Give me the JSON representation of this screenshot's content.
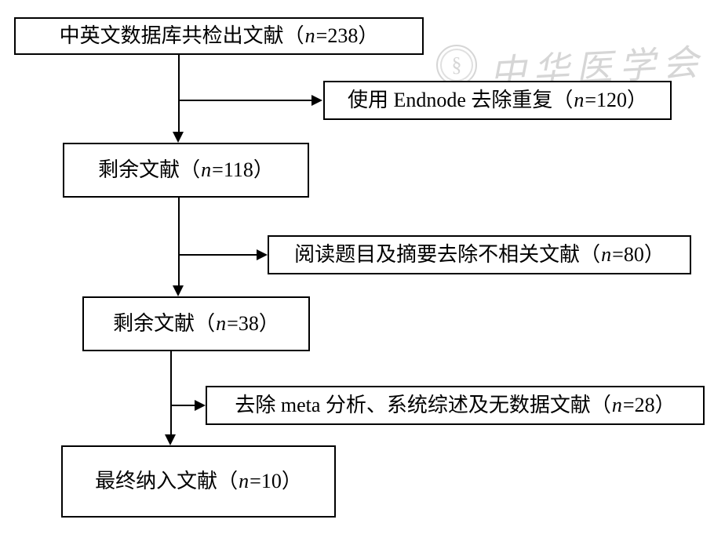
{
  "figure": {
    "type": "flowchart",
    "background": "#ffffff",
    "line_color": "#000000",
    "watermark_color": "#c9c9c9"
  },
  "watermark": {
    "text": "中华医学会",
    "seal_glyph": "§"
  },
  "flowchart": {
    "nodes": {
      "retrieved": {
        "prefix": "中英文数据库共检出文献（",
        "var": "n",
        "suffix": "=238）"
      },
      "dedup": {
        "prefix": "使用 Endnode 去除重复（",
        "var": "n",
        "suffix": "=120）"
      },
      "remaining1": {
        "prefix": "剩余文献（",
        "var": "n",
        "suffix": "=118）"
      },
      "screening": {
        "prefix": "阅读题目及摘要去除不相关文献（",
        "var": "n",
        "suffix": "=80）"
      },
      "remaining2": {
        "prefix": "剩余文献（",
        "var": "n",
        "suffix": "=38）"
      },
      "exclusion": {
        "prefix": "去除 meta 分析、系统综述及无数据文献（",
        "var": "n",
        "suffix": "=28）"
      },
      "included": {
        "prefix": "最终纳入文献（",
        "var": "n",
        "suffix": "=10）"
      }
    }
  }
}
